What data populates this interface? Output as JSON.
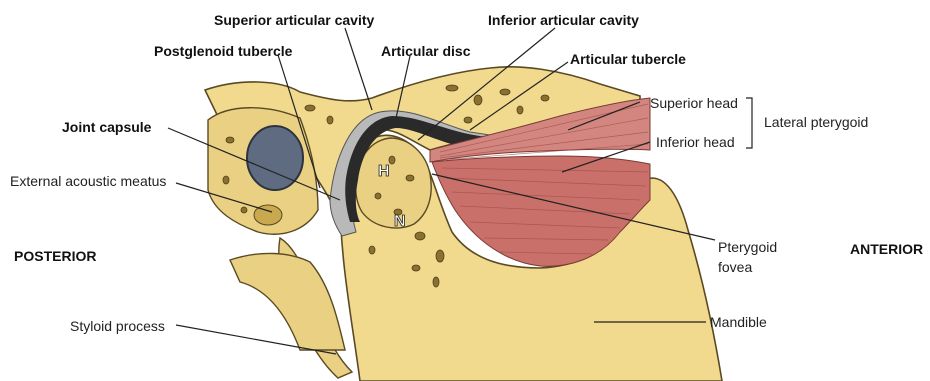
{
  "labels": {
    "superior_articular_cavity": "Superior articular cavity",
    "inferior_articular_cavity": "Inferior articular cavity",
    "postglenoid_tubercle": "Postglenoid tubercle",
    "articular_disc": "Articular disc",
    "articular_tubercle": "Articular tubercle",
    "superior_head": "Superior head",
    "inferior_head": "Inferior head",
    "lateral_pterygoid": "Lateral pterygoid",
    "joint_capsule": "Joint capsule",
    "external_acoustic_meatus": "External acoustic meatus",
    "posterior": "POSTERIOR",
    "anterior": "ANTERIOR",
    "pterygoid_fovea_line1": "Pterygoid",
    "pterygoid_fovea_line2": "fovea",
    "styloid_process": "Styloid process",
    "mandible": "Mandible",
    "head_letter": "H",
    "neck_letter": "N"
  },
  "colors": {
    "bone": "#f1d98e",
    "muscle": "#c9706a",
    "meatus": "#5f6b80",
    "disc": "#2a2a2a",
    "capsule": "#b9b9b9"
  }
}
